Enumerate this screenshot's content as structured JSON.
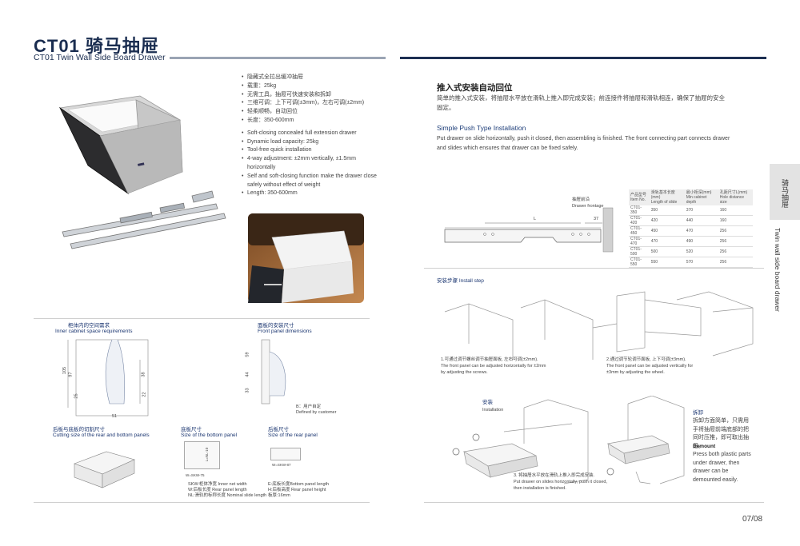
{
  "header": {
    "title": "CT01 骑马抽屉",
    "subtitle": "CT01 Twin Wall Side Board Drawer"
  },
  "sidetab": {
    "cn": "骑马抽屉",
    "en": "Twin wall side board drawer"
  },
  "features_cn": [
    "隐藏式全拉出缓冲抽屉",
    "载重：25kg",
    "无需工具，抽屉可快速安装和拆卸",
    "三维可调：上下可调(±3mm)，左右可调(±2mm)",
    "轻柔顺畅，自动回位",
    "长度：350-600mm"
  ],
  "features_en": [
    "Soft-closing concealed full extension drawer",
    "Dynamic load capacity: 25kg",
    "Tool-free quick installation",
    "4-way adjustment: ±2mm vertically, ±1.5mm horizontally",
    "Self and soft-closing function make the drawer close safely without effect of weight",
    "Length: 350-600mm"
  ],
  "push": {
    "title_cn": "推入式安装自动回位",
    "text_cn": "简单的推入式安装，将抽屉水平放在滑轨上推入即完成安装；前连接件将抽屉和滑轨相连，确保了抽屉的安全固定。",
    "title_en": "Simple Push Type Installation",
    "text_en": "Put drawer on slide horizontally, push it closed, then assembling is finished. The front connecting part connects drawer and slides which ensures that drawer can be fixed safely."
  },
  "diagram": {
    "frontage_cn": "抽屉前沿",
    "frontage_en": "Drawer frontage",
    "dim_l": "L",
    "dim_37": "37"
  },
  "spec_table": {
    "headers": [
      {
        "cn": "产品型号",
        "en": "Item No."
      },
      {
        "cn": "滑轨基本长度(mm)",
        "en": "Length of slide"
      },
      {
        "cn": "最小柜深(mm)",
        "en": "Min cabinet depth"
      },
      {
        "cn": "孔距尺寸L(mm)",
        "en": "Hole distance size"
      }
    ],
    "rows": [
      [
        "CT01-350",
        "350",
        "370",
        "160"
      ],
      [
        "CT01-420",
        "420",
        "440",
        "160"
      ],
      [
        "CT01-450",
        "450",
        "470",
        "256"
      ],
      [
        "CT01-470",
        "470",
        "490",
        "256"
      ],
      [
        "CT01-500",
        "500",
        "520",
        "256"
      ],
      [
        "CT01-550",
        "550",
        "570",
        "256"
      ]
    ]
  },
  "install": {
    "title_cn": "安装步骤",
    "title_en": "Install step",
    "step1": "1.可通过调节螺丝调节抽屉面板, 左右可调(±2mm).",
    "step1_en1": "The front panel can be adjusted horizontally for ±2mm",
    "step1_en2": "by adjusting the screws.",
    "step2": "2.通过调节轮调节面板, 上下可调(±3mm).",
    "step2_en1": "The front panel can be adjusted vertically for",
    "step2_en2": "±3mm by adjusting the wheel.",
    "install_cn": "安装",
    "install_en": "Installation",
    "step3": "3. 将抽屉水平放在滑轨上推入即完成安装.",
    "step3_en1": "Put drawer on slides horizontally, push it closed,",
    "step3_en2": "then installation is finished."
  },
  "demount": {
    "title_cn": "拆卸",
    "text_cn": "拆卸方面简单，只需用手将抽屉前端底部的把同时压推，即可取出抽屉。",
    "title_en": "Demount",
    "text_en": "Press both plastic parts under drawer, then drawer can be demounted easily."
  },
  "requirements": {
    "cabinet_cn": "柜体内的空间需求",
    "cabinet_en": "Inner cabinet space requirements",
    "front_cn": "面板的安装尺寸",
    "front_en": "Front panel dimensions",
    "b_note": "B：用户自定",
    "b_note_en": "Defined by customer",
    "cut_cn": "后板与底板的切割尺寸",
    "cut_en": "Cutting size of the rear and bottom panels",
    "bottom_cn": "底板尺寸",
    "bottom_en": "Size of the bottom panel",
    "rear_cn": "后板尺寸",
    "rear_en": "Size of the rear panel",
    "bottom_w": "W=SKW-75",
    "bottom_l": "L=NL-10",
    "rear_w": "W=SKW-87",
    "legend": [
      "SKW:柜体净宽 Inner net width",
      "W:后板长度 Rear panel length",
      "NL:滑轨的标称长度 Nominal slide length"
    ],
    "legend2": [
      "E:底板长度Bottom panel length",
      "H:后板高度 Rear panel height",
      "板厚:16mm"
    ],
    "dims_left": [
      "105",
      "97",
      "38",
      "25",
      "22",
      "51"
    ],
    "dims_front": [
      "59",
      "44",
      "33"
    ]
  },
  "page": "07/08",
  "colors": {
    "navy": "#1d2f52",
    "gray_rule": "#9aa4b4",
    "tab": "#e3e3e3"
  }
}
